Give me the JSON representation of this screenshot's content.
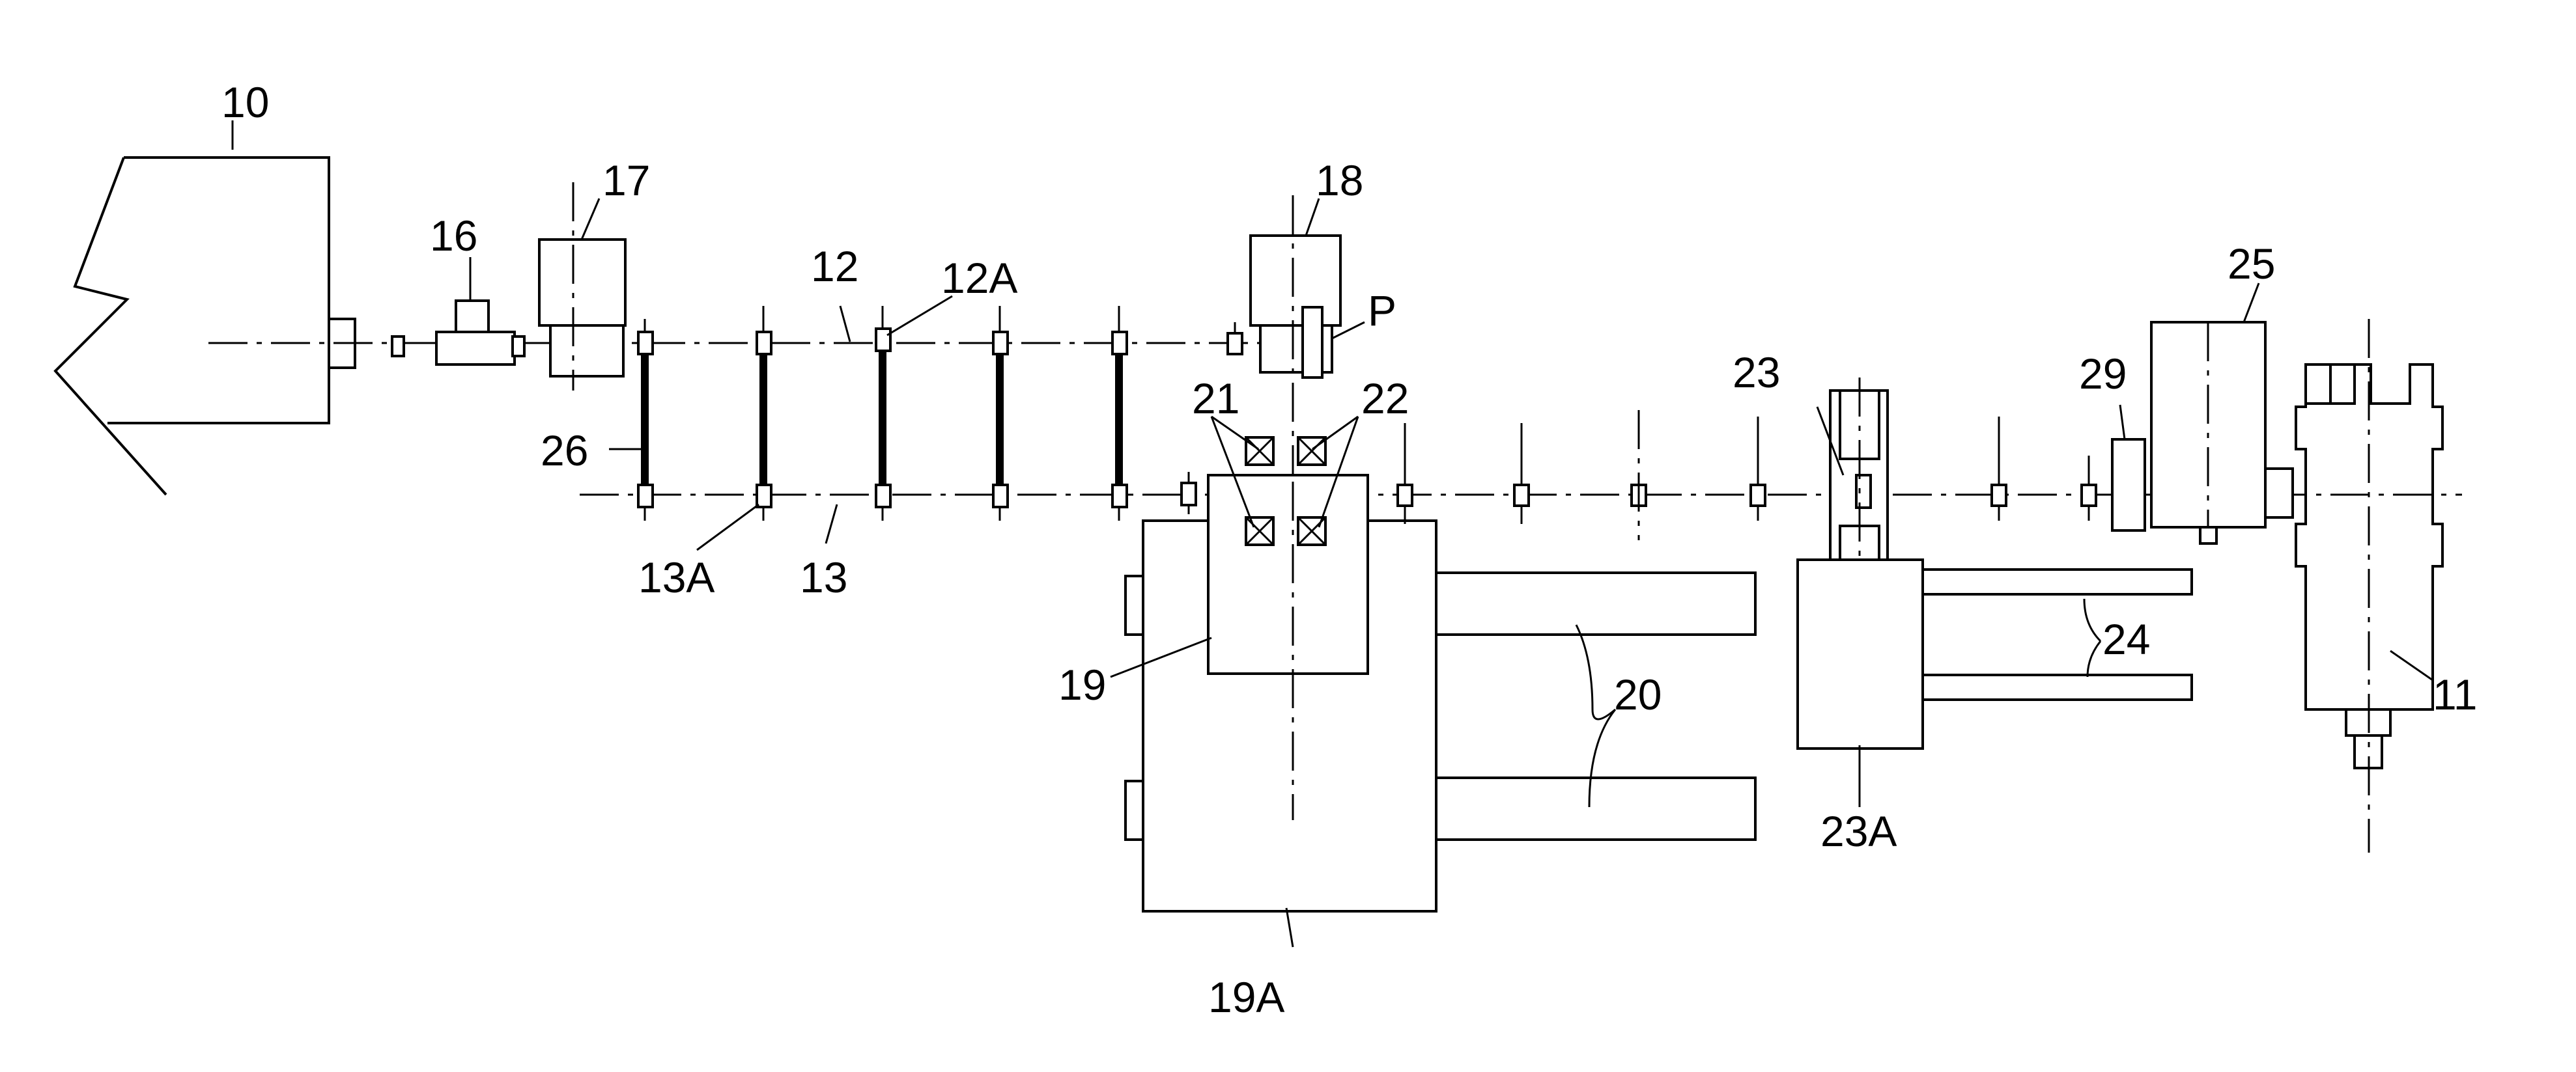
{
  "labels": {
    "l10": "10",
    "l11": "11",
    "l12": "12",
    "l12A": "12A",
    "l13": "13",
    "l13A": "13A",
    "l16": "16",
    "l17": "17",
    "l18": "18",
    "lP": "P",
    "l19": "19",
    "l19A": "19A",
    "l20": "20",
    "l21": "21",
    "l22": "22",
    "l23": "23",
    "l23A": "23A",
    "l24": "24",
    "l25": "25",
    "l26": "26",
    "l29": "29"
  }
}
